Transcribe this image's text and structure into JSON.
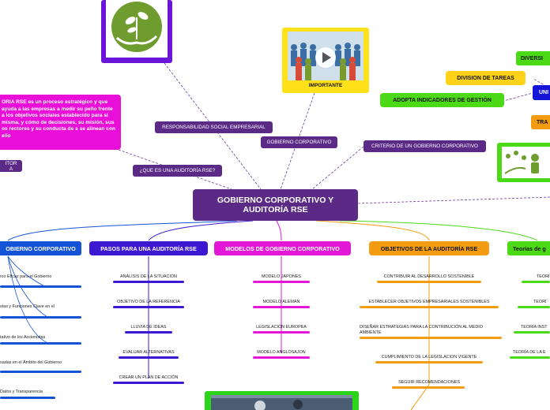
{
  "central": "GOBIERNO CORPORATIVO Y AUDITORÍA RSE",
  "top_links": {
    "rse": "RESPONSABILIDAD SOCIAL EMPRESARIAL",
    "gobierno": "GOBIERNO CORPORATIVO",
    "criterio": "CRITERIO DE UN GOBIERNO CORPORATIVO",
    "que_es": "¿QUE ES UNA AUDITORÍA RSE?",
    "importante": "IMPORTANTE",
    "criterio_a": "ITOR A"
  },
  "definition": "ORIA RSE es un proceso estratégico y que ayuda a las empresas a medir su peño frente a los objetivos sociales establecido para sí misma, y cómo de decisiones, su misión, sus os rectores y su conducta de s se alinean con ello",
  "right_nodes": {
    "diversidad": "DIVERSI",
    "division": "DIVISION DE TAREAS",
    "adopta": "ADOPTA INDICADORES DE GESTIÓN",
    "unidad": "UNI",
    "tra": "TRA"
  },
  "branches": [
    {
      "title": "OBIERNO CORPORATIVO",
      "color": "#1553d6",
      "items": [
        "rco Eficaz para el Gobierno",
        "stas y Funciones Clave en el",
        "tativo de los Accionistas",
        "sadas en el Ámbito del Gobierno",
        "Datos y Transparencia"
      ]
    },
    {
      "title": "PASOS PARA UNA AUDITORÍA RSE",
      "color": "#3c18d1",
      "items": [
        "ANÁLISIS DE LA SITUACIÓN",
        "OBJETIVO DE LA REFERENCIA",
        "LLUVIA DE IDEAS",
        "EVALUAR ALTERNATIVAS",
        "CREAR UN PLAN DE ACCIÓN"
      ]
    },
    {
      "title": "MODELOS DE GOBIERNO CORPORATIVO",
      "color": "#e317d6",
      "items": [
        "MODELO JAPONES",
        "MODELO ALEMAN",
        "LEGISLACIÓN EUROPEA",
        "MODELO ANGLOSAJON"
      ]
    },
    {
      "title": "OBJETIVOS DE LA AUDITORÍA RSE",
      "color": "#f39c12",
      "items": [
        "CONTRIBUIR AL DESARROLLO SOSTENIBLE",
        "ESTABLECER OBJETIVOS EMPRESARIALES SOSTENIBLES",
        "DISEÑAR ESTRATEGIAS PARA LA CONTRIBUCIÓN AL MEDIO AMBIENTE",
        "CUMPLIMIENTO DE LA LEGISLACION VIGENTE",
        "SEGUIR RECOMENDACIONES"
      ]
    },
    {
      "title": "Teorías de g",
      "color": "#4cd916",
      "items": [
        "TEORÍ",
        "TEORÍ",
        "TEORÍA INST",
        "TEORÍA DE LA E"
      ]
    }
  ]
}
